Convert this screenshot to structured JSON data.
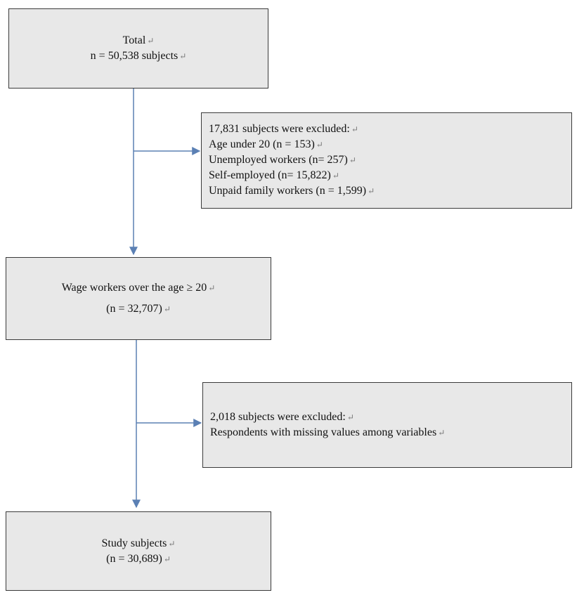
{
  "colors": {
    "box_fill": "#e8e8e8",
    "box_border": "#3a3a3a",
    "arrow": "#5b80b4"
  },
  "total_box": {
    "lines": [
      "Total",
      "n = 50,538 subjects"
    ]
  },
  "exclusion_1": {
    "lines": [
      "17,831 subjects were excluded:",
      "Age under 20 (n = 153)",
      "Unemployed workers (n= 257)",
      "Self-employed (n= 15,822)",
      "Unpaid family workers (n = 1,599)"
    ]
  },
  "wage_box": {
    "lines": [
      "Wage workers over the age  ≥  20",
      "(n = 32,707)"
    ]
  },
  "exclusion_2": {
    "lines": [
      "2,018 subjects were excluded:",
      "Respondents with missing values among variables"
    ]
  },
  "study_box": {
    "lines": [
      "Study subjects",
      "(n = 30,689)"
    ]
  },
  "return_mark": "↵"
}
